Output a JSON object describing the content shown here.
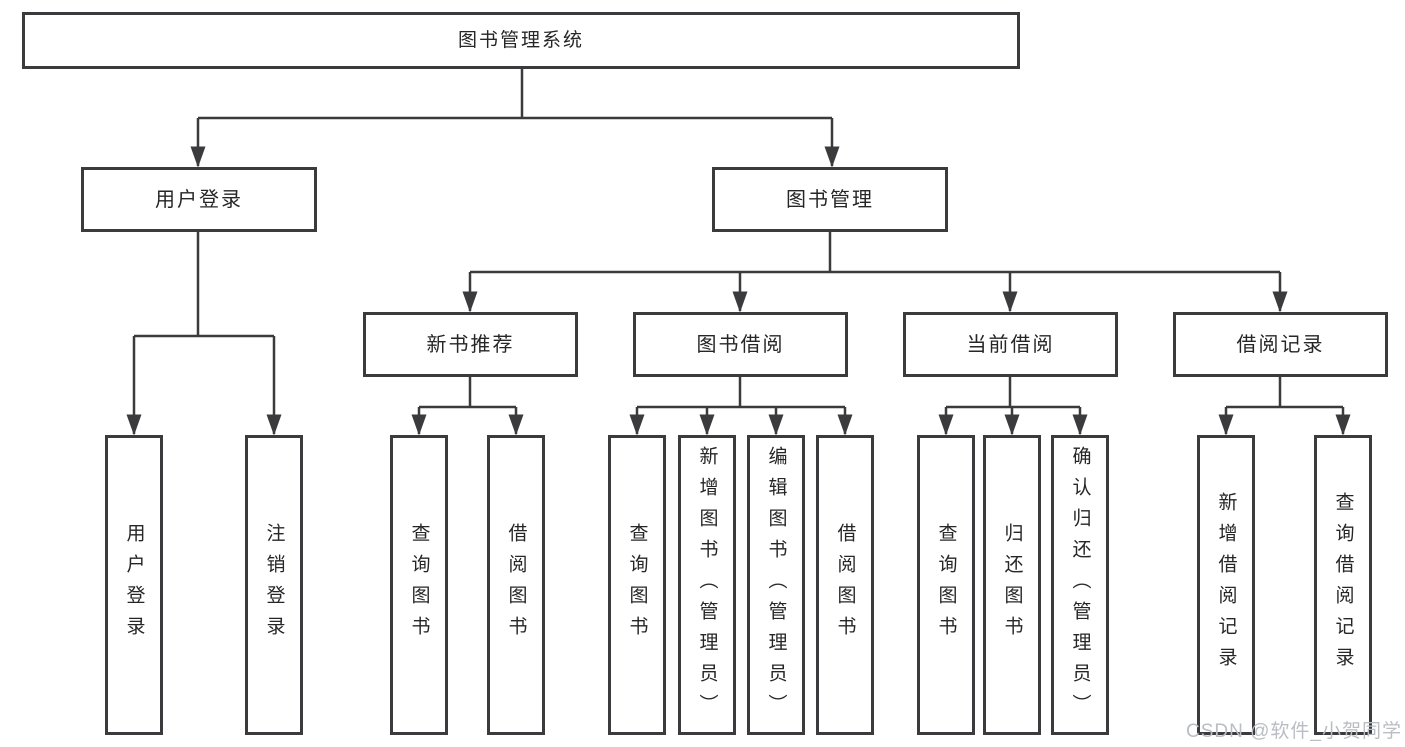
{
  "diagram": {
    "type": "tree",
    "root": {
      "label": "图书管理系统"
    },
    "level2": [
      {
        "label": "用户登录"
      },
      {
        "label": "图书管理"
      }
    ],
    "level3": [
      {
        "label": "新书推荐",
        "parent": "图书管理"
      },
      {
        "label": "图书借阅",
        "parent": "图书管理"
      },
      {
        "label": "当前借阅",
        "parent": "图书管理"
      },
      {
        "label": "借阅记录",
        "parent": "图书管理"
      }
    ],
    "level4": [
      {
        "label": "用户登录",
        "parent": "用户登录"
      },
      {
        "label": "注销登录",
        "parent": "用户登录"
      },
      {
        "label": "查询图书",
        "parent": "新书推荐"
      },
      {
        "label": "借阅图书",
        "parent": "新书推荐"
      },
      {
        "label": "查询图书",
        "parent": "图书借阅"
      },
      {
        "label": "新增图书（管理员）",
        "parent": "图书借阅"
      },
      {
        "label": "编辑图书（管理员）",
        "parent": "图书借阅"
      },
      {
        "label": "借阅图书",
        "parent": "图书借阅"
      },
      {
        "label": "查询图书",
        "parent": "当前借阅"
      },
      {
        "label": "归还图书",
        "parent": "当前借阅"
      },
      {
        "label": "确认归还（管理员）",
        "parent": "当前借阅"
      },
      {
        "label": "新增借阅记录",
        "parent": "借阅记录"
      },
      {
        "label": "查询借阅记录",
        "parent": "借阅记录"
      }
    ],
    "colors": {
      "line": "#3b3b3e",
      "text": "#262626",
      "background": "#ffffff",
      "watermark": "#b9bdc4"
    },
    "watermark": "CSDN @软件_小贺同学"
  }
}
